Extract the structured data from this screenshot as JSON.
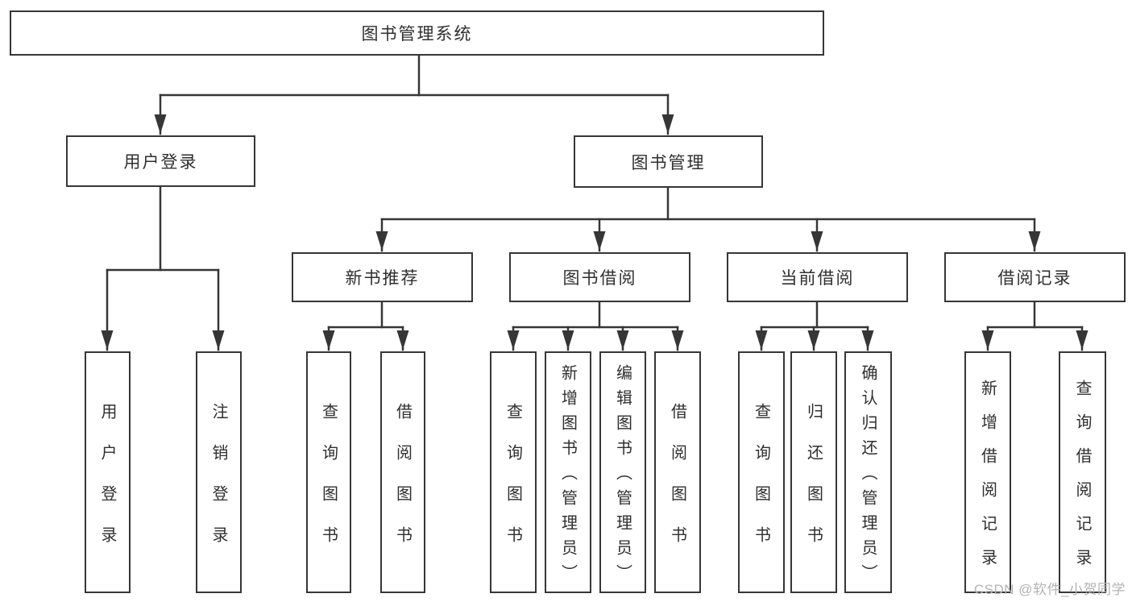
{
  "tree": {
    "root": {
      "label": "图书管理系统"
    },
    "branches": [
      {
        "label": "用户登录",
        "children": [
          {
            "label": "用户登录"
          },
          {
            "label": "注销登录"
          }
        ]
      },
      {
        "label": "图书管理",
        "children": [
          {
            "label": "新书推荐",
            "children": [
              {
                "label": "查询图书"
              },
              {
                "label": "借阅图书"
              }
            ]
          },
          {
            "label": "图书借阅",
            "children": [
              {
                "label": "查询图书"
              },
              {
                "label": "新增图书（管理员）"
              },
              {
                "label": "编辑图书（管理员）"
              },
              {
                "label": "借阅图书"
              }
            ]
          },
          {
            "label": "当前借阅",
            "children": [
              {
                "label": "查询图书"
              },
              {
                "label": "归还图书"
              },
              {
                "label": "确认归还（管理员）"
              }
            ]
          },
          {
            "label": "借阅记录",
            "children": [
              {
                "label": "新增借阅记录"
              },
              {
                "label": "查询借阅记录"
              }
            ]
          }
        ]
      }
    ]
  },
  "watermark": "CSDN @软件_小贺同学",
  "colors": {
    "line": "#363636",
    "text": "#2f2f2f",
    "background": "#ffffff",
    "watermark": "#b3b3b3"
  }
}
